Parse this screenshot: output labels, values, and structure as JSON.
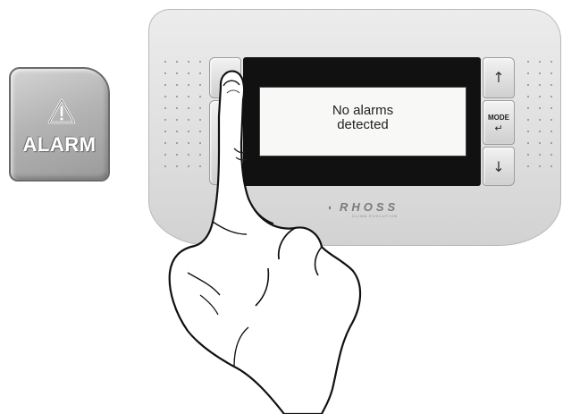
{
  "alarm_key": {
    "label": "ALARM",
    "icon": "warning-triangle-icon"
  },
  "display": {
    "message": "No alarms\ndetected"
  },
  "buttons": {
    "up": {
      "icon": "arrow-up-icon",
      "glyph": "↑"
    },
    "mode": {
      "label": "MODE",
      "icon": "enter-icon",
      "glyph": "↵"
    },
    "down": {
      "icon": "arrow-down-icon",
      "glyph": "↓"
    }
  },
  "logo": {
    "brand": "RHOSS",
    "tagline": "CLIMA EVOLUTION"
  }
}
